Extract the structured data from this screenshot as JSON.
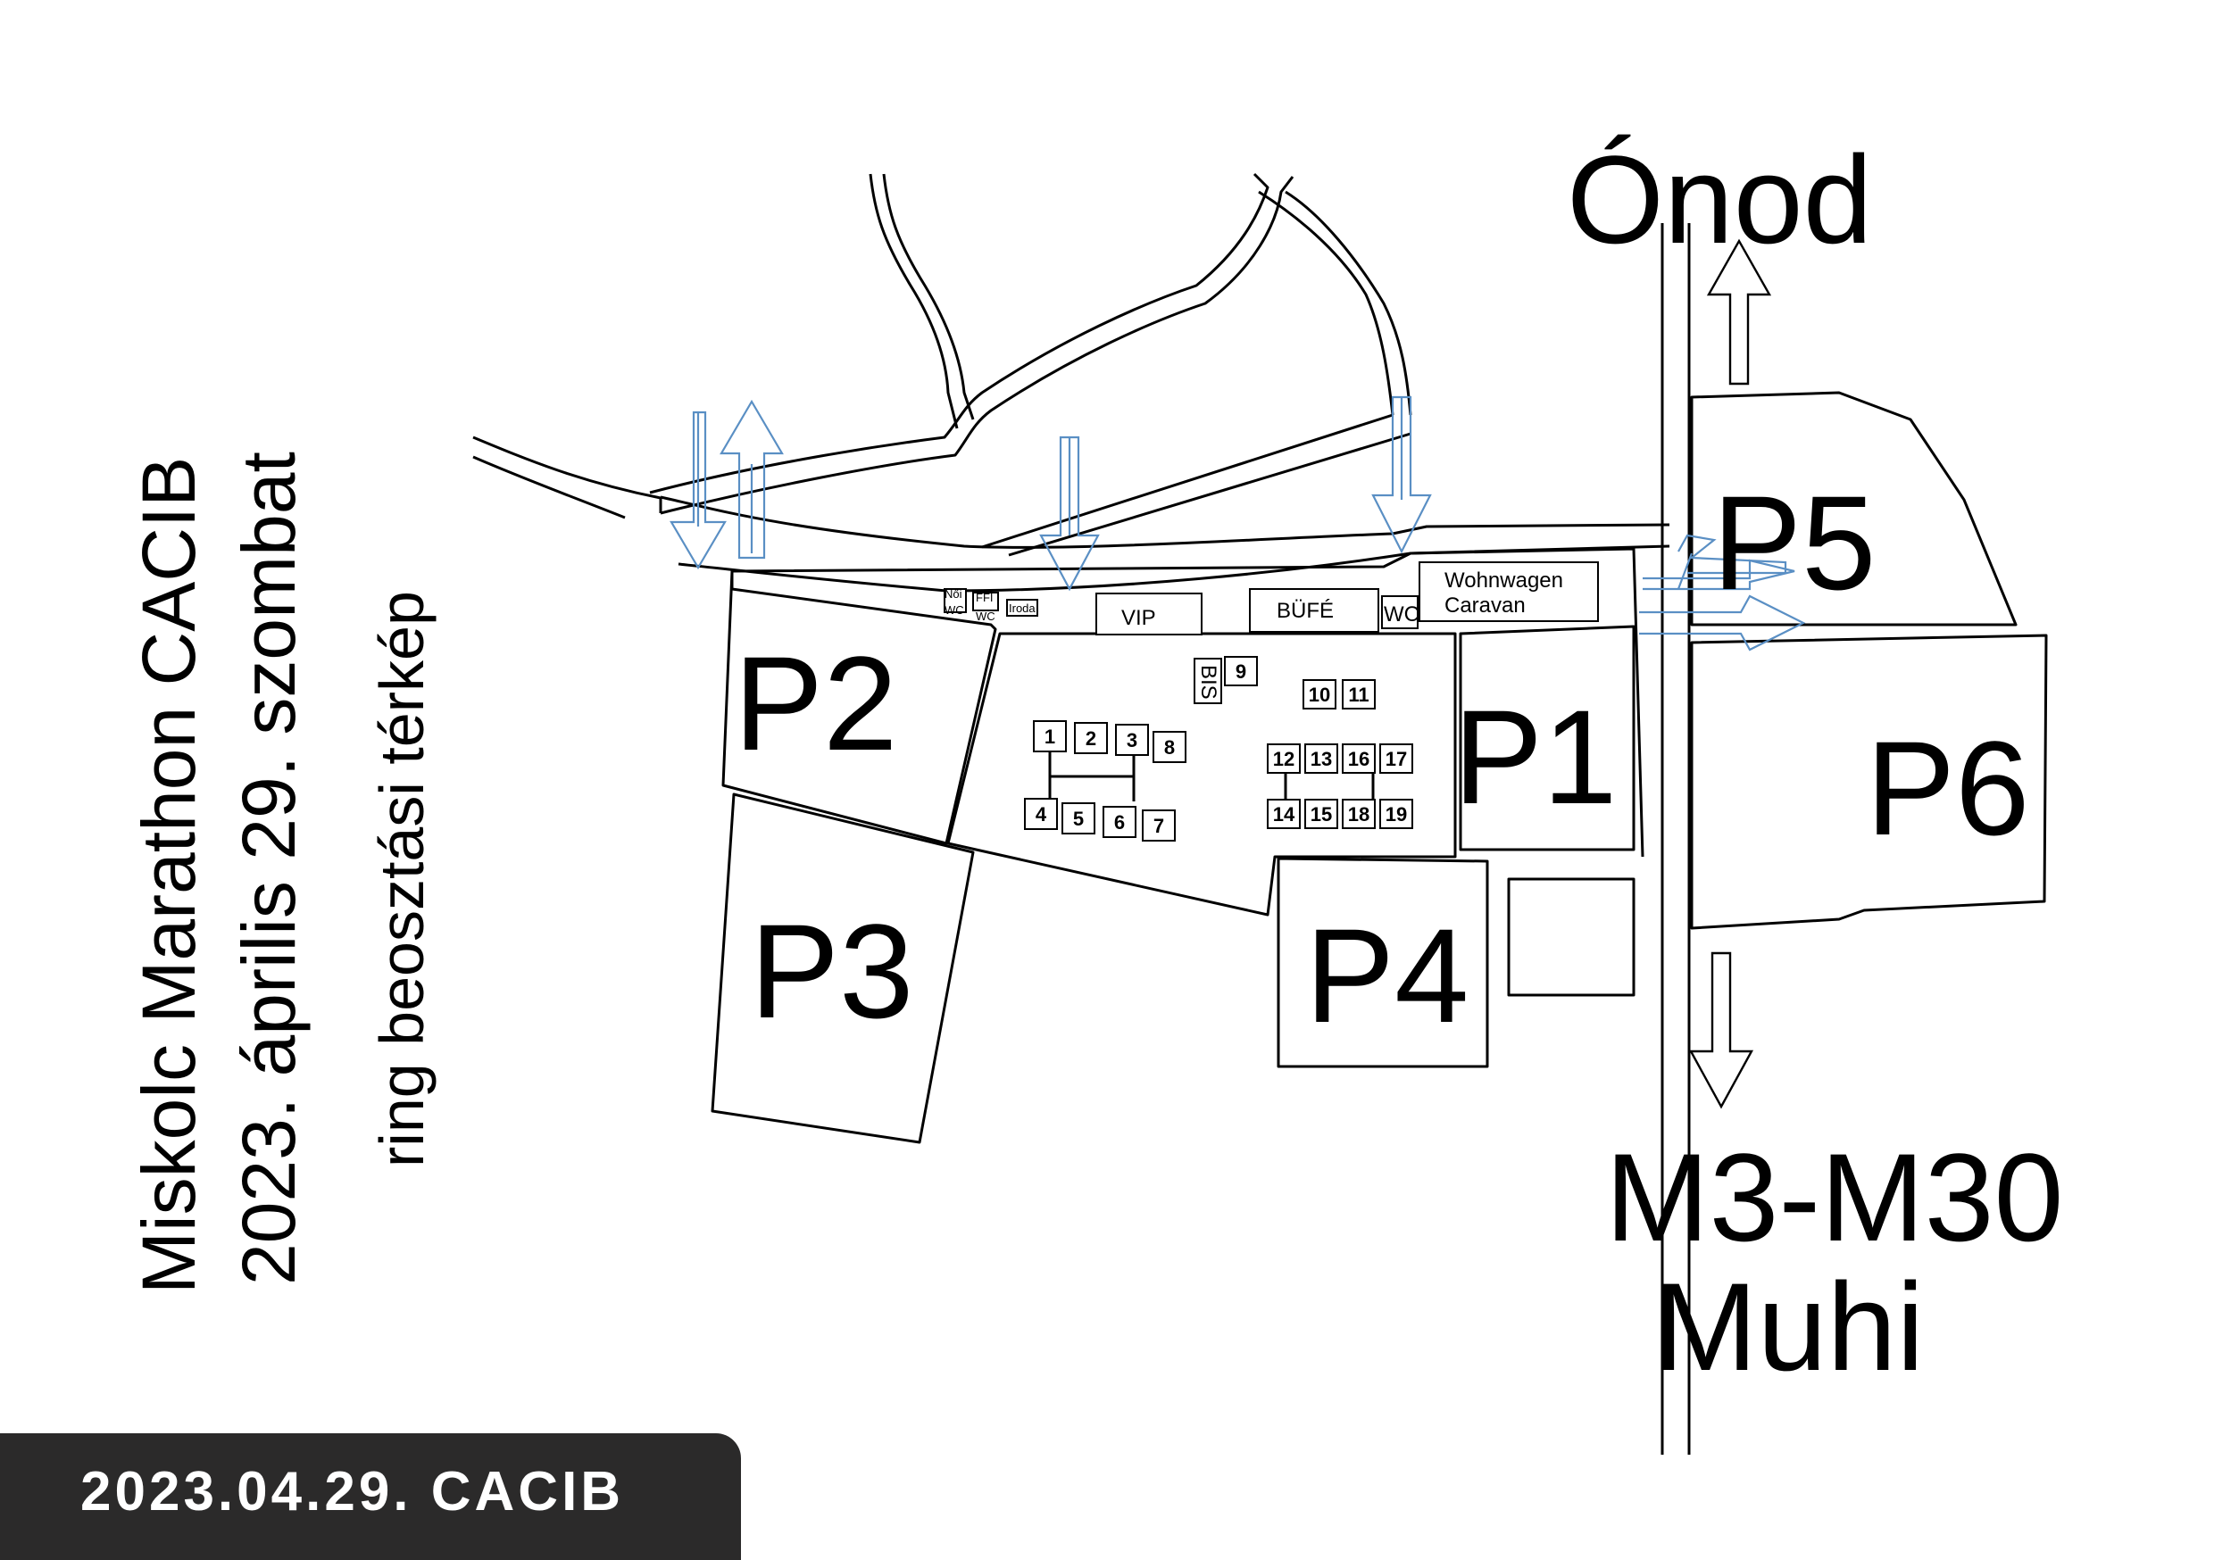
{
  "title": {
    "line1": "Miskolc Marathon CACIB",
    "line2": "2023. április 29. szombat",
    "line3": "ring beosztási térkép"
  },
  "parking": {
    "p1": "P1",
    "p2": "P2",
    "p3": "P3",
    "p4": "P4",
    "p5": "P5",
    "p6": "P6"
  },
  "directions": {
    "north": "Ónod",
    "south_line1": "M3-M30",
    "south_line2": "Muhi"
  },
  "facilities": {
    "vip": "VIP",
    "bufe": "BÜFÉ",
    "wc": "WC",
    "wohnwagen": "Wohnwagen",
    "caravan": "Caravan",
    "bis": "BIS",
    "noi_wc_1": "Női",
    "noi_wc_2": "WC",
    "ffi_wc_1": "FFI",
    "ffi_wc_2": "WC",
    "iroda": "Iroda"
  },
  "rings": [
    "1",
    "2",
    "3",
    "4",
    "5",
    "6",
    "7",
    "8",
    "9",
    "10",
    "11",
    "12",
    "13",
    "14",
    "15",
    "16",
    "17",
    "18",
    "19"
  ],
  "footer": {
    "label": "2023.04.29. CACIB"
  },
  "colors": {
    "arrows_blue": "#5a8fc4",
    "footer_bg": "#2b2a2a",
    "footer_text": "#ffffff"
  }
}
